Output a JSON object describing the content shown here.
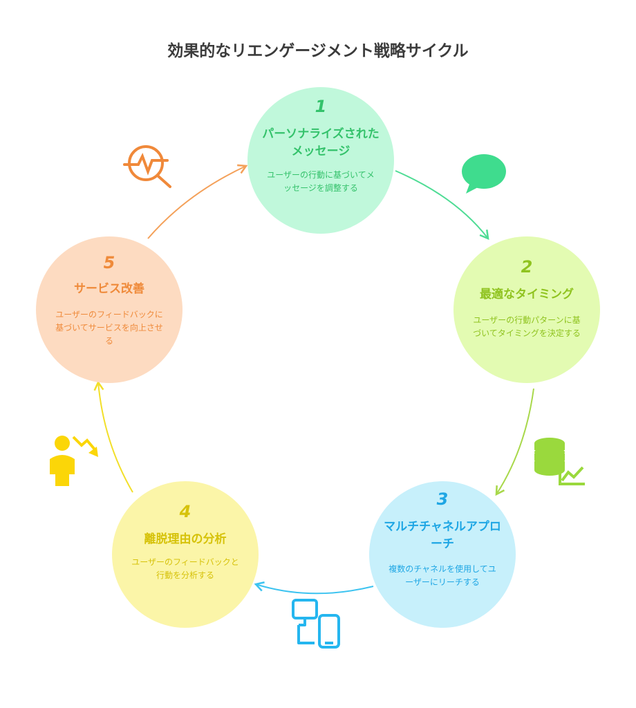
{
  "title": "効果的なリエンゲージメント戦略サイクル",
  "steps": [
    {
      "num": "1",
      "title": "パーソナライズされたメッセージ",
      "desc": "ユーザーの行動に基づいてメッセージを調整する",
      "fill": "#c0f8db",
      "text_color": "#34c26b",
      "icon": "chat-bubble-icon"
    },
    {
      "num": "2",
      "title": "最適なタイミング",
      "desc": "ユーザーの行動パターンに基づいてタイミングを決定する",
      "fill": "#e3fbb2",
      "text_color": "#8fc31f",
      "icon": "database-chart-icon"
    },
    {
      "num": "3",
      "title": "マルチチャネルアプローチ",
      "desc": "複数のチャネルを使用してユーザーにリーチする",
      "fill": "#c7f0fb",
      "text_color": "#1ea6e4",
      "icon": "devices-icon"
    },
    {
      "num": "4",
      "title": "離脱理由の分析",
      "desc": "ユーザーのフィードバックと行動を分析する",
      "fill": "#fbf5a8",
      "text_color": "#d6c20a",
      "icon": "user-decline-icon"
    },
    {
      "num": "5",
      "title": "サービス改善",
      "desc": "ユーザーのフィードバックに基づいてサービスを向上させる",
      "fill": "#fddbc1",
      "text_color": "#ef8a3a",
      "icon": "analysis-magnifier-icon"
    }
  ]
}
